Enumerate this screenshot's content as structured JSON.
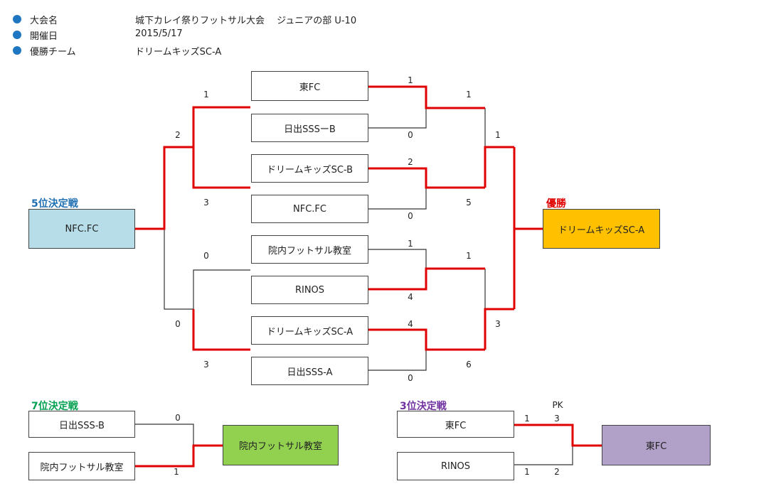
{
  "info": {
    "items": [
      {
        "label": "大会名",
        "value": "城下カレイ祭りフットサル大会　 ジュニアの部  U-10"
      },
      {
        "label": "開催日",
        "value": "2015/5/17"
      },
      {
        "label": "優勝チーム",
        "value": "ドリームキッズSC-A"
      }
    ]
  },
  "bracket": {
    "teams": [
      "東FC",
      "日出SSSーB",
      "ドリームキッズSC-B",
      "NFC.FC",
      "院内フットサル教室",
      "RINOS",
      "ドリームキッズSC-A",
      "日出SSS-A"
    ],
    "left_scores": [
      "1",
      "2",
      "3",
      "0",
      "0",
      "3"
    ],
    "right_r1_scores": [
      "1",
      "0",
      "2",
      "0",
      "1",
      "4",
      "4",
      "0"
    ],
    "right_r2_scores": [
      "1",
      "5",
      "1",
      "6"
    ],
    "right_final_scores": [
      "1",
      "3"
    ],
    "champion_title": "優勝",
    "champion": "ドリームキッズSC-A",
    "fifth_title": "5位決定戦",
    "fifth": "NFC.FC"
  },
  "seventh": {
    "title": "7位決定戦",
    "teams": [
      "日出SSS-B",
      "院内フットサル教室"
    ],
    "scores": [
      "0",
      "1"
    ],
    "winner": "院内フットサル教室"
  },
  "third": {
    "title": "3位決定戦",
    "pk_label": "PK",
    "teams": [
      "東FC",
      "RINOS"
    ],
    "scores": [
      "1",
      "1"
    ],
    "pk_scores": [
      "3",
      "2"
    ],
    "winner": "東FC"
  },
  "colors": {
    "win_line": "#e00000",
    "line": "#333333",
    "champion_bg": "#ffc000",
    "fifth_bg": "#b7dde8",
    "seventh_bg": "#92d050",
    "third_bg": "#b1a0c7",
    "fifth_title": "#1f6fb2",
    "champion_title": "#e00000",
    "seventh_title": "#00a050",
    "third_title": "#7030a0",
    "bullet": "#1f77c2"
  }
}
